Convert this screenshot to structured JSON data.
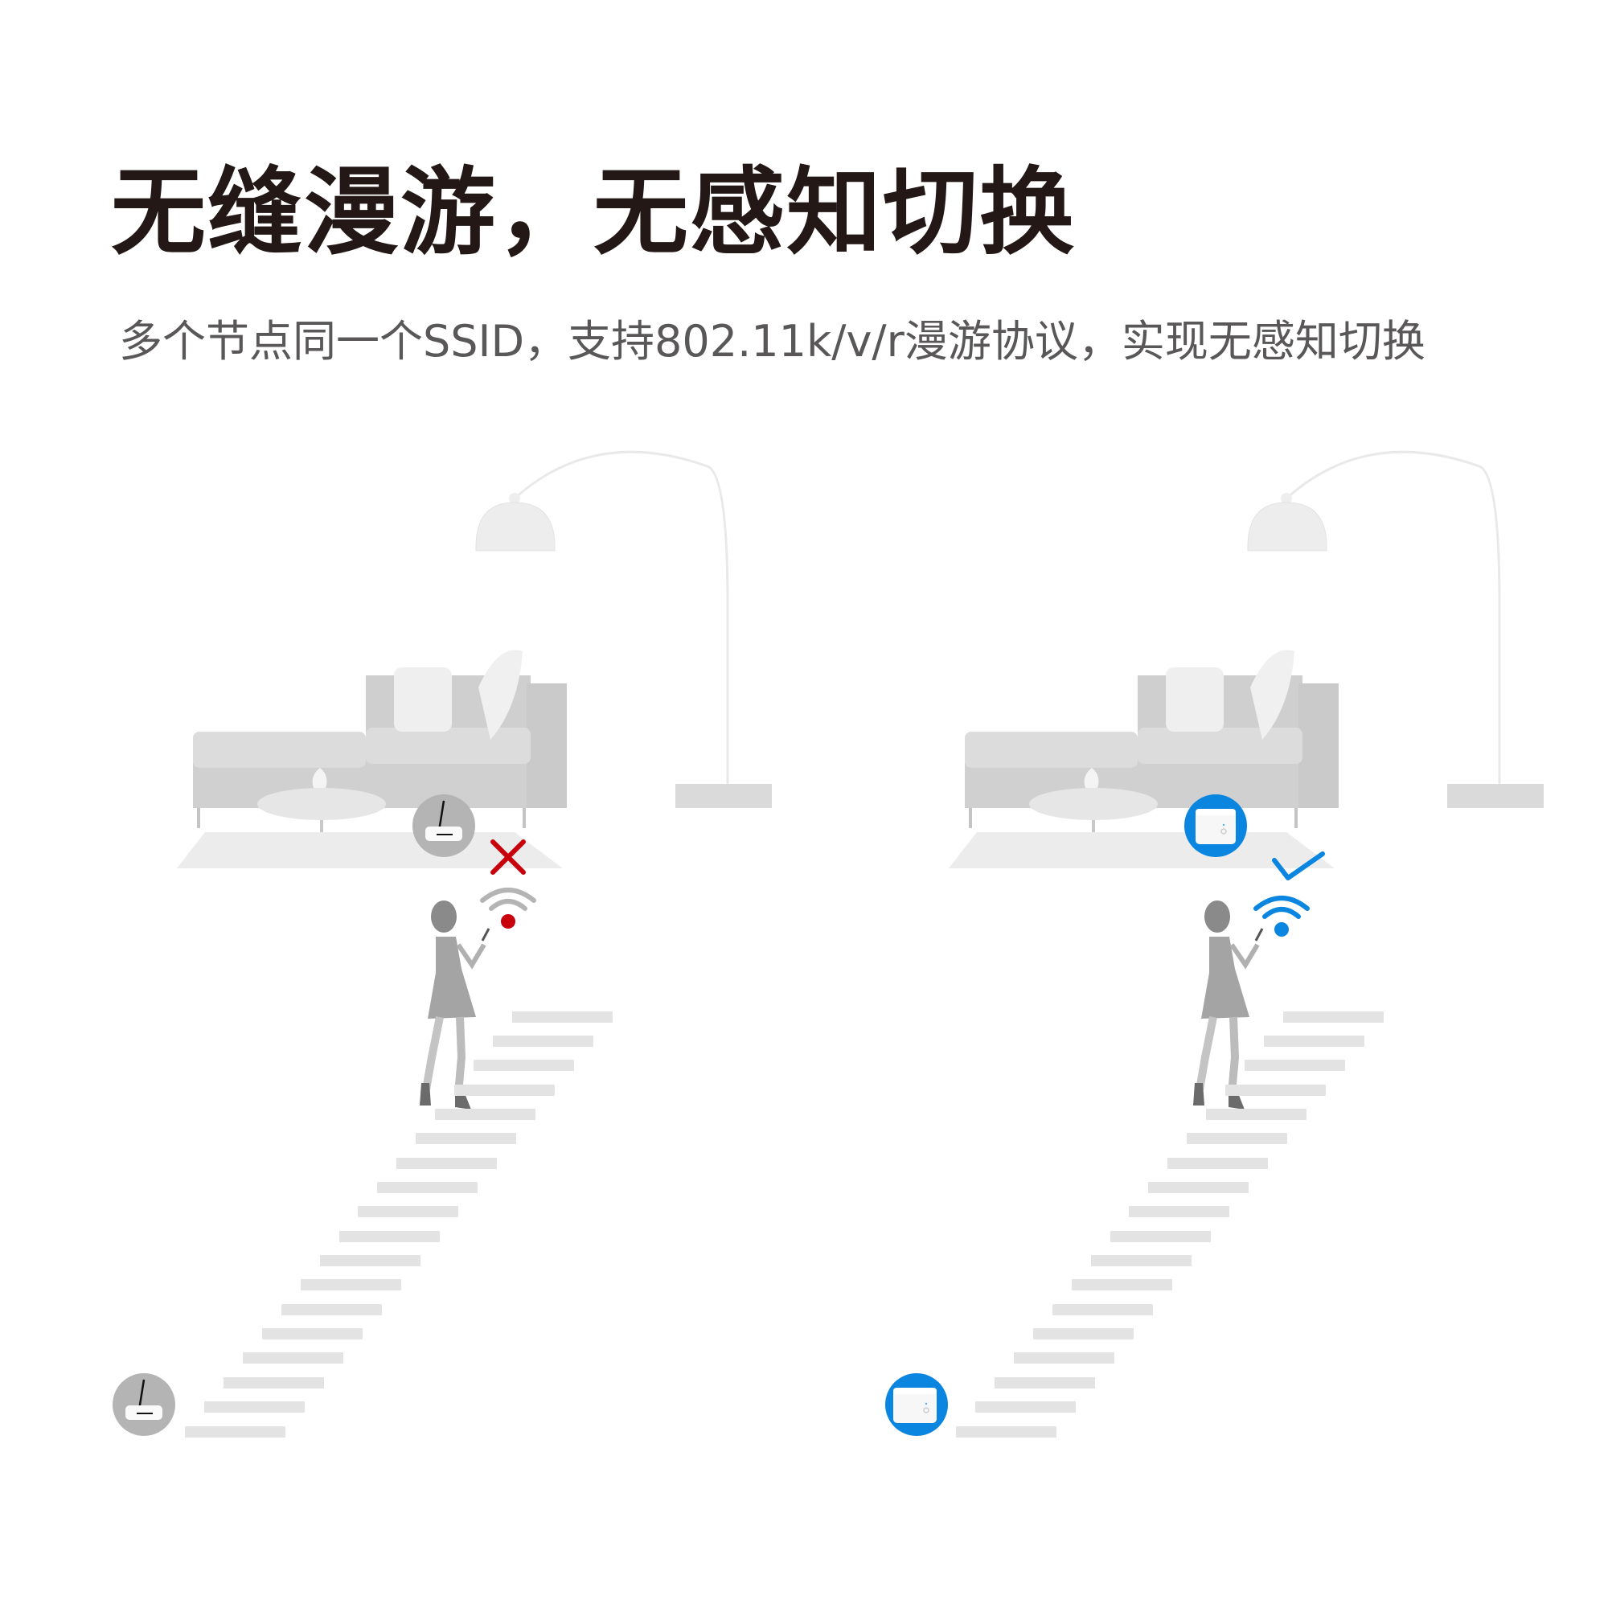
{
  "header": {
    "title": "无缝漫游，无感知切换",
    "subtitle": "多个节点同一个SSID，支持802.11k/v/r漫游协议，实现无感知切换"
  },
  "colors": {
    "title": "#231815",
    "subtitle": "#595757",
    "fail_red": "#c8000b",
    "success_blue": "#0a86e0",
    "neutral_gray": "#b4b4b4",
    "step_gray": "#e3e3e3"
  },
  "panels": [
    {
      "id": "left",
      "label": "traditional-router",
      "status_icon": "x-mark-icon",
      "wifi_icon": "wifi-weak-icon",
      "router_icon": "single-antenna-router-icon"
    },
    {
      "id": "right",
      "label": "mesh-node",
      "status_icon": "check-mark-icon",
      "wifi_icon": "wifi-strong-icon",
      "router_icon": "mesh-cube-router-icon"
    }
  ]
}
